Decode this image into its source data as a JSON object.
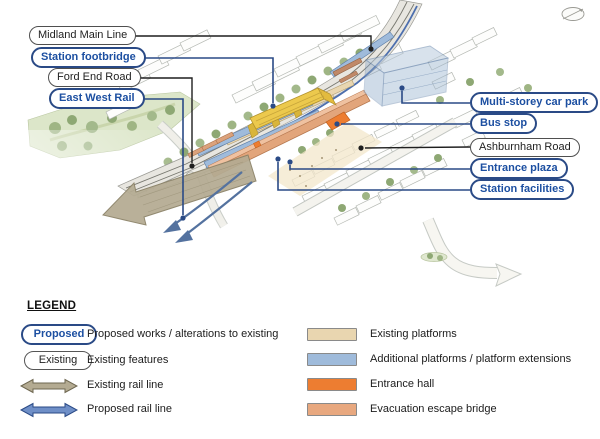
{
  "callouts": {
    "left": [
      {
        "label": "Midland Main Line",
        "type": "existing"
      },
      {
        "label": "Station footbridge",
        "type": "proposed"
      },
      {
        "label": "Ford End Road",
        "type": "existing"
      },
      {
        "label": "East West Rail",
        "type": "proposed"
      }
    ],
    "right": [
      {
        "label": "Multi-storey car park",
        "type": "proposed"
      },
      {
        "label": "Bus stop",
        "type": "proposed"
      },
      {
        "label": "Ashburnham Road",
        "type": "existing"
      },
      {
        "label": "Entrance plaza",
        "type": "proposed"
      },
      {
        "label": "Station facilities",
        "type": "proposed"
      }
    ]
  },
  "legend": {
    "title": "LEGEND",
    "left_items": [
      {
        "sample": "Proposed",
        "label": "Proposed works / alterations to existing"
      },
      {
        "sample": "Existing",
        "label": "Existing features"
      },
      {
        "sample": "",
        "label": "Existing rail line"
      },
      {
        "sample": "",
        "label": "Proposed rail line"
      }
    ],
    "right_items": [
      {
        "color": "#e9d6b0",
        "label": "Existing platforms"
      },
      {
        "color": "#9fbbdb",
        "label": "Additional platforms / platform extensions"
      },
      {
        "color": "#ed7d31",
        "label": "Entrance hall"
      },
      {
        "color": "#e8a87f",
        "label": "Evacuation escape bridge"
      }
    ]
  },
  "colors": {
    "proposed_outline": "#2a4a86",
    "proposed_text": "#1c4fa1",
    "existing_rail_arrow": "#b4ab92",
    "proposed_rail_arrow": "#6f8fc7",
    "existing_platforms": "#e9d6b0",
    "additional_platforms": "#9fbbdb",
    "entrance_hall": "#ed7d31",
    "evacuation_bridge": "#e8a87f",
    "footbridge_yellow": "#ecc94d"
  }
}
